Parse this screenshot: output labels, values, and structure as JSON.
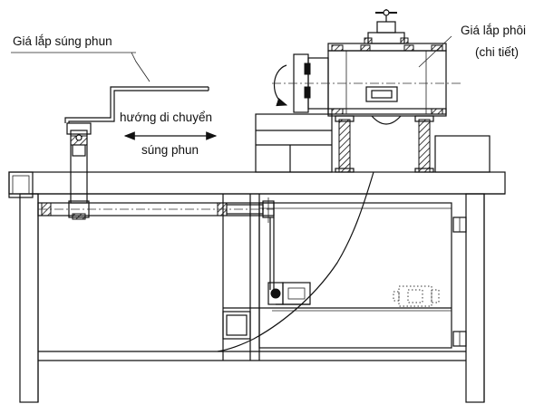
{
  "labels": {
    "spray_gun_fixture": "Giá lắp súng phun",
    "workpiece_fixture_line1": "Giá lắp phôi",
    "workpiece_fixture_line2": "(chi tiết)",
    "move_direction_line1": "hướng di chuyển",
    "move_direction_line2": "súng phun"
  },
  "colors": {
    "line": "#111111",
    "background": "#ffffff"
  }
}
